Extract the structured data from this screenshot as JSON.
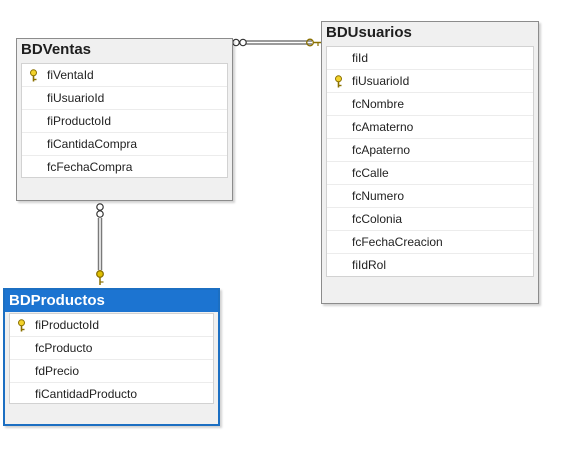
{
  "colors": {
    "relationship_line": "#7a7a7a",
    "selection": "#1c74d1",
    "key": "#d9b300"
  },
  "tables": {
    "ventas": {
      "name": "BDVentas",
      "columns": [
        "fiVentaId",
        "fiUsuarioId",
        "fiProductoId",
        "fiCantidaCompra",
        "fcFechaCompra"
      ],
      "primary_key": "fiVentaId"
    },
    "usuarios": {
      "name": "BDUsuarios",
      "columns": [
        "fiId",
        "fiUsuarioId",
        "fcNombre",
        "fcAmaterno",
        "fcApaterno",
        "fcCalle",
        "fcNumero",
        "fcColonia",
        "fcFechaCreacion",
        "fiIdRol"
      ],
      "primary_key": "fiUsuarioId"
    },
    "productos": {
      "name": "BDProductos",
      "columns": [
        "fiProductoId",
        "fcProducto",
        "fdPrecio",
        "fiCantidadProducto"
      ],
      "primary_key": "fiProductoId",
      "selected": true
    }
  }
}
